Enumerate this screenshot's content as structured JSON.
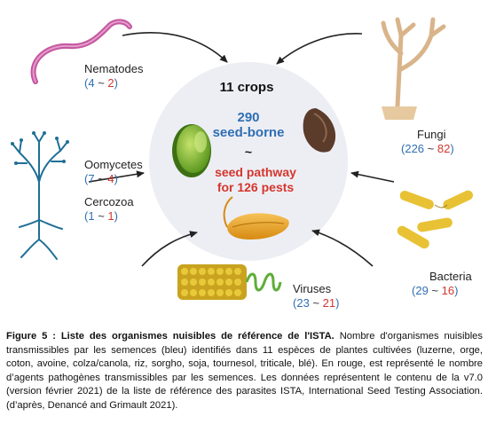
{
  "center": {
    "crops": "11 crops",
    "seedborne_number": "290",
    "seedborne_label": "seed-borne",
    "tilde": "~",
    "pathway_line1": "seed pathway",
    "pathway_line2": "for 126 pests"
  },
  "groups": [
    {
      "name": "Nematodes",
      "seedborne": "4",
      "pathway": "2"
    },
    {
      "name": "Oomycetes",
      "seedborne": "7",
      "pathway": "4"
    },
    {
      "name": "Cercozoa",
      "seedborne": "1",
      "pathway": "1"
    },
    {
      "name": "Viruses",
      "seedborne": "23",
      "pathway": "21"
    },
    {
      "name": "Fungi",
      "seedborne": "226",
      "pathway": "82"
    },
    {
      "name": "Bacteria",
      "seedborne": "29",
      "pathway": "16"
    }
  ],
  "count_format": {
    "open": "(",
    "separator": " ~ ",
    "close": ")"
  },
  "colors": {
    "seedborne": "#2f6fb3",
    "pathway": "#d4362d",
    "circle_fill": "#edeef4",
    "arrow": "#222222"
  },
  "caption": {
    "bold": "Figure 5 : Liste des organismes nuisibles de référence de l'ISTA.",
    "text": " Nombre d'organismes nuisibles transmissibles par les semences (bleu) identifiés dans 11 espèces de plantes cultivées (luzerne, orge, coton, avoine, colza/canola, riz, sorgho, soja, tournesol, triticale, blé). En rouge, est représenté le nombre d’agents pathogènes transmissibles par les semences. Les données représentent le contenu de la v7.0 (version février 2021) de la liste de référence des parasites ISTA, International Seed Testing Association. (d’après, Denancé and Grimault 2021)."
  }
}
